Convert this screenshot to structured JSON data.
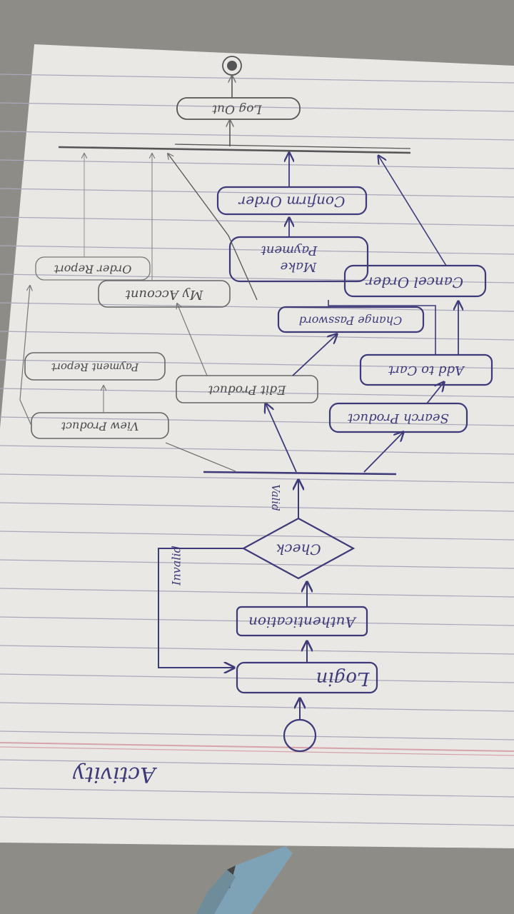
{
  "diagram": {
    "title": "Activity",
    "nodes": {
      "login": "Login",
      "authentication": "Authentication",
      "check": "Check",
      "search_product": "Search Product",
      "view_product": "View Product",
      "edit_product": "Edit Product",
      "add_to_cart": "Add to Cart",
      "payment_report": "Payment Report",
      "change_password": "Change Password",
      "my_account": "My Account",
      "cancel_order": "Cancel Order",
      "make_payment_line1": "Make",
      "make_payment_line2": "Payment",
      "order_report": "Order Report",
      "confirm_order": "Confirm Order",
      "log_out": "Log Out"
    },
    "guards": {
      "valid": "Valid",
      "invalid": "Invalid"
    }
  },
  "colors": {
    "ink": "#3e3a7a",
    "pencil": "#555555",
    "paper": "#e9e8e5",
    "rule": "#a9a8b8",
    "margin": "#d7a3a8",
    "table": "#8c8a84"
  }
}
